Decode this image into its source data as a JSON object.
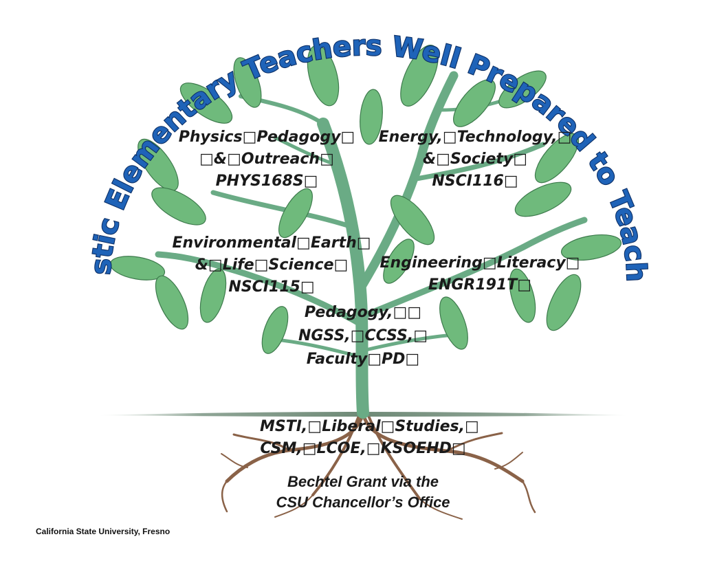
{
  "title": "Enthusiastic Elementary Teachers Well Prepared to Teach Science",
  "branches": [
    {
      "id": "physics",
      "lines": [
        "Physics□Pedagogy□",
        "□&□Outreach□",
        "PHYS168S□"
      ]
    },
    {
      "id": "energy",
      "lines": [
        "Energy,□Technology,□",
        "&□Society□",
        "NSCI116□"
      ]
    },
    {
      "id": "environmental",
      "lines": [
        "Environmental□Earth□",
        "&□Life□Science□",
        "NSCI115□"
      ]
    },
    {
      "id": "engineering",
      "lines": [
        "Engineering□Literacy□",
        "ENGR191T□"
      ]
    },
    {
      "id": "pedagogy",
      "lines": [
        "Pedagogy,□□",
        "NGSS,□CCSS,□",
        "Faculty□PD□"
      ]
    },
    {
      "id": "roots",
      "lines": [
        "MSTI,□Liberal□Studies,□",
        "CSM,□LCOE,□KSOEHD□"
      ]
    }
  ],
  "grant": {
    "line1": "Bechtel Grant via the",
    "line2": "CSU Chancellor’s Office"
  },
  "footer": "California State University, Fresno",
  "colors": {
    "leaf": "#6fba7c",
    "leaf_dark": "#3d7a4c",
    "trunk": "#6aab85",
    "root": "#8a6248",
    "title_fill": "#1f63b8",
    "title_stroke": "#0c2f66"
  }
}
